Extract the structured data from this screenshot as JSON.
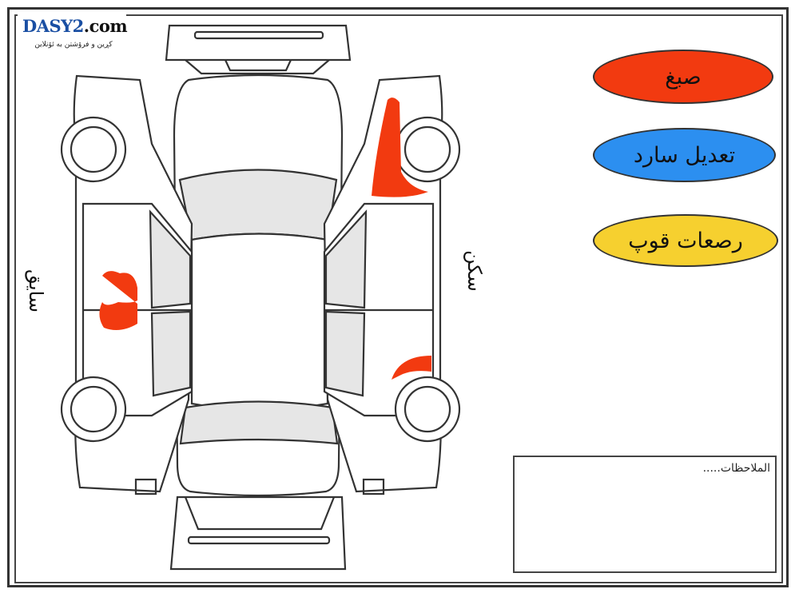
{
  "logo": {
    "brand_main": "DASY2",
    "brand_suffix": ".com",
    "tagline": "کڕین و فرۆشتن بە ئۆنلاین"
  },
  "legend": [
    {
      "label": "صبغ",
      "color": "#f23a10"
    },
    {
      "label": "تعديل سارد",
      "color": "#2c8ff0"
    },
    {
      "label": "رصعات قوپ",
      "color": "#f6d02f"
    }
  ],
  "side_labels": {
    "left": "سايق",
    "right": "سكن"
  },
  "notes": {
    "label": "الملاحظات....."
  }
}
